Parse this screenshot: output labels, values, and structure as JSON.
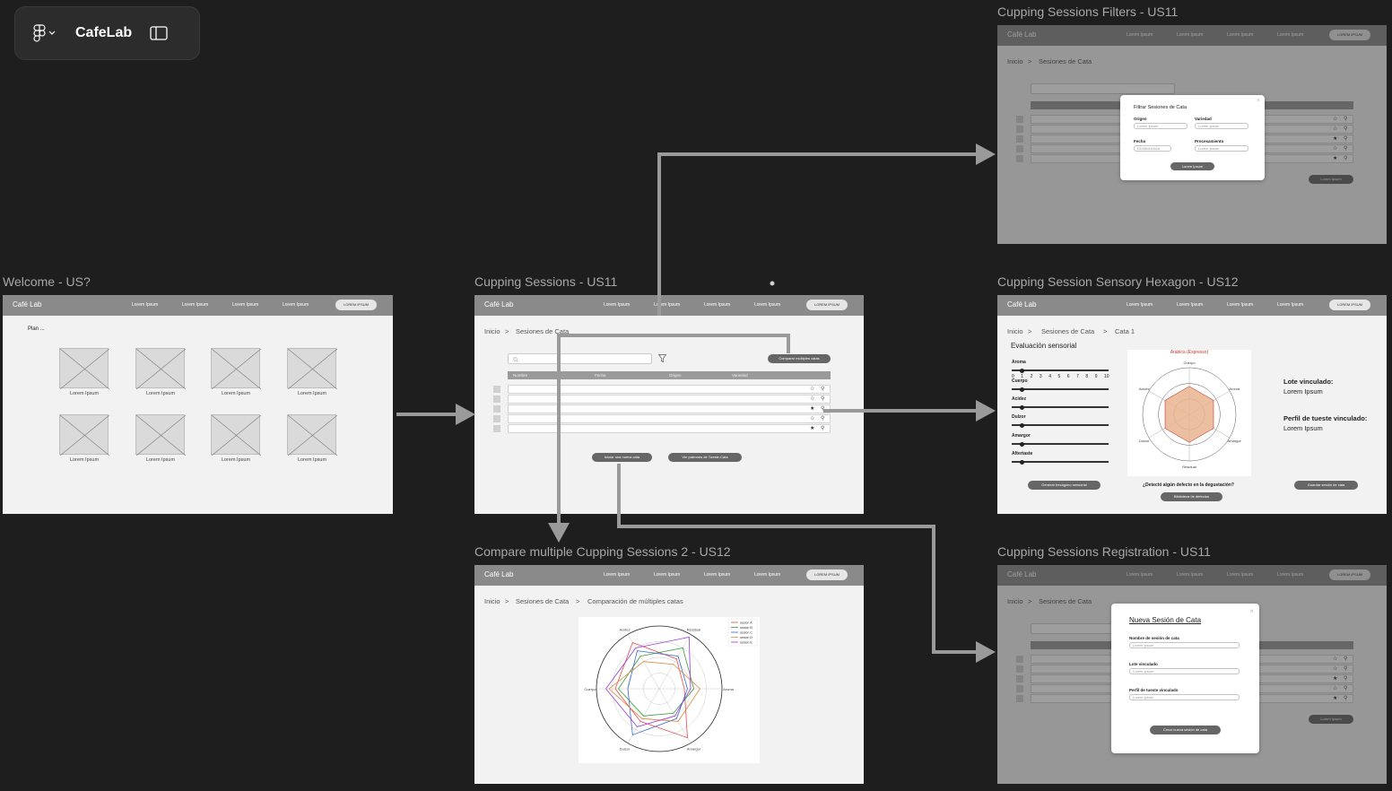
{
  "app": {
    "name": "CafeLab"
  },
  "colors": {
    "canvas": "#1e1e1e",
    "connector": "#9a9a9a",
    "navbar": "#8a8a8a",
    "sensory_fill": "#e8b48e",
    "sensory_title": "#c0392b"
  },
  "nav": {
    "brand": "Café Lab",
    "link": "Lorem Ipsum",
    "button": "LOREM IPSUM"
  },
  "frames": {
    "welcome": {
      "label": "Welcome - US?",
      "plan": "Plan ...",
      "captions": [
        "Lorem Ipsum",
        "Lorem Ipsum",
        "Lorem Ipsum",
        "Lorem Ipsum",
        "Lorem Ipsum",
        "Lorem Ipsum",
        "Lorem Ipsum",
        "Lorem Ipsum"
      ]
    },
    "sessions": {
      "label": "Cupping Sessions - US11",
      "crumb_home": "Inicio",
      "crumb_page": "Sesiones de Cata",
      "compare_button": "Comparar múltiples catas",
      "columns": [
        "Nombre",
        "Fecha",
        "Origen",
        "Variedad"
      ],
      "new_button": "Iniciar una nueva cata",
      "roast_button": "Ver patrones de Tueste-Cata",
      "rows": [
        {
          "fav": false
        },
        {
          "fav": false
        },
        {
          "fav": true
        },
        {
          "fav": false
        },
        {
          "fav": true
        }
      ]
    },
    "filters": {
      "label": "Cupping Sessions Filters - US11",
      "modal_title": "Filtrar Sesiones de Cata",
      "origin_label": "Origen",
      "variety_label": "Variedad",
      "date_label": "Fecha",
      "process_label": "Procesamiento",
      "placeholder": "Lorem Ipsum",
      "date_placeholder": "DD/MM/AAAA",
      "apply_button": "Lorem Ipsum",
      "footer_button": "Lorem Ipsum"
    },
    "hexagon": {
      "label": "Cupping Session Sensory Hexagon - US12",
      "crumb_cata": "Cata 1",
      "section_title": "Evaluación sensorial",
      "scale": [
        "0",
        "1",
        "2",
        "3",
        "4",
        "5",
        "6",
        "7",
        "8",
        "9",
        "10"
      ],
      "attributes": [
        {
          "name": "Aroma",
          "value": 1
        },
        {
          "name": "Cuerpo",
          "value": 1
        },
        {
          "name": "Acidez",
          "value": 1
        },
        {
          "name": "Dulzor",
          "value": 1
        },
        {
          "name": "Amargor",
          "value": 1
        },
        {
          "name": "Aftertaste",
          "value": 1
        }
      ],
      "chart_title": "Arabica (Espresso)",
      "axes": [
        "Acidez",
        "Cuerpo",
        "Aroma",
        "Amargor",
        "Residual",
        "Dulzor"
      ],
      "lot_label": "Lote vinculado:",
      "lot_value": "Lorem Ipsum",
      "profile_label": "Perfil de tueste vinculado:",
      "profile_value": "Lorem Ipsum",
      "generate_button": "Generar hexágono sensorial",
      "defect_question": "¿Detectó algún defecto en la degustación?",
      "defects_button": "Biblioteca de defectos",
      "save_button": "Guardar sesión de cata"
    },
    "compare": {
      "label": "Compare multiple Cupping Sessions 2 - US12",
      "crumb_compare": "Comparación de múltiples catas",
      "axes": [
        "Acidez",
        "Residual",
        "Aroma",
        "Amargor",
        "Dulzor",
        "Cuerpo"
      ],
      "series": [
        {
          "name": "sesion A",
          "color": "#e05050"
        },
        {
          "name": "sesion B",
          "color": "#3a9a3a"
        },
        {
          "name": "sesion C",
          "color": "#3a6ad0"
        },
        {
          "name": "sesion D",
          "color": "#e08a3a"
        },
        {
          "name": "sesion E",
          "color": "#9a3ad0"
        }
      ]
    },
    "registration": {
      "label": "Cupping Sessions Registration - US11",
      "modal_title": "Nueva Sesión de Cata",
      "name_label": "Nombre de sesión de cata",
      "lot_label": "Lote vinculado",
      "profile_label": "Perfil de tueste vinculado",
      "placeholder": "Lorem Ipsum",
      "create_button": "Crear nueva sesión de cata",
      "footer_button": "Lorem Ipsum"
    }
  }
}
